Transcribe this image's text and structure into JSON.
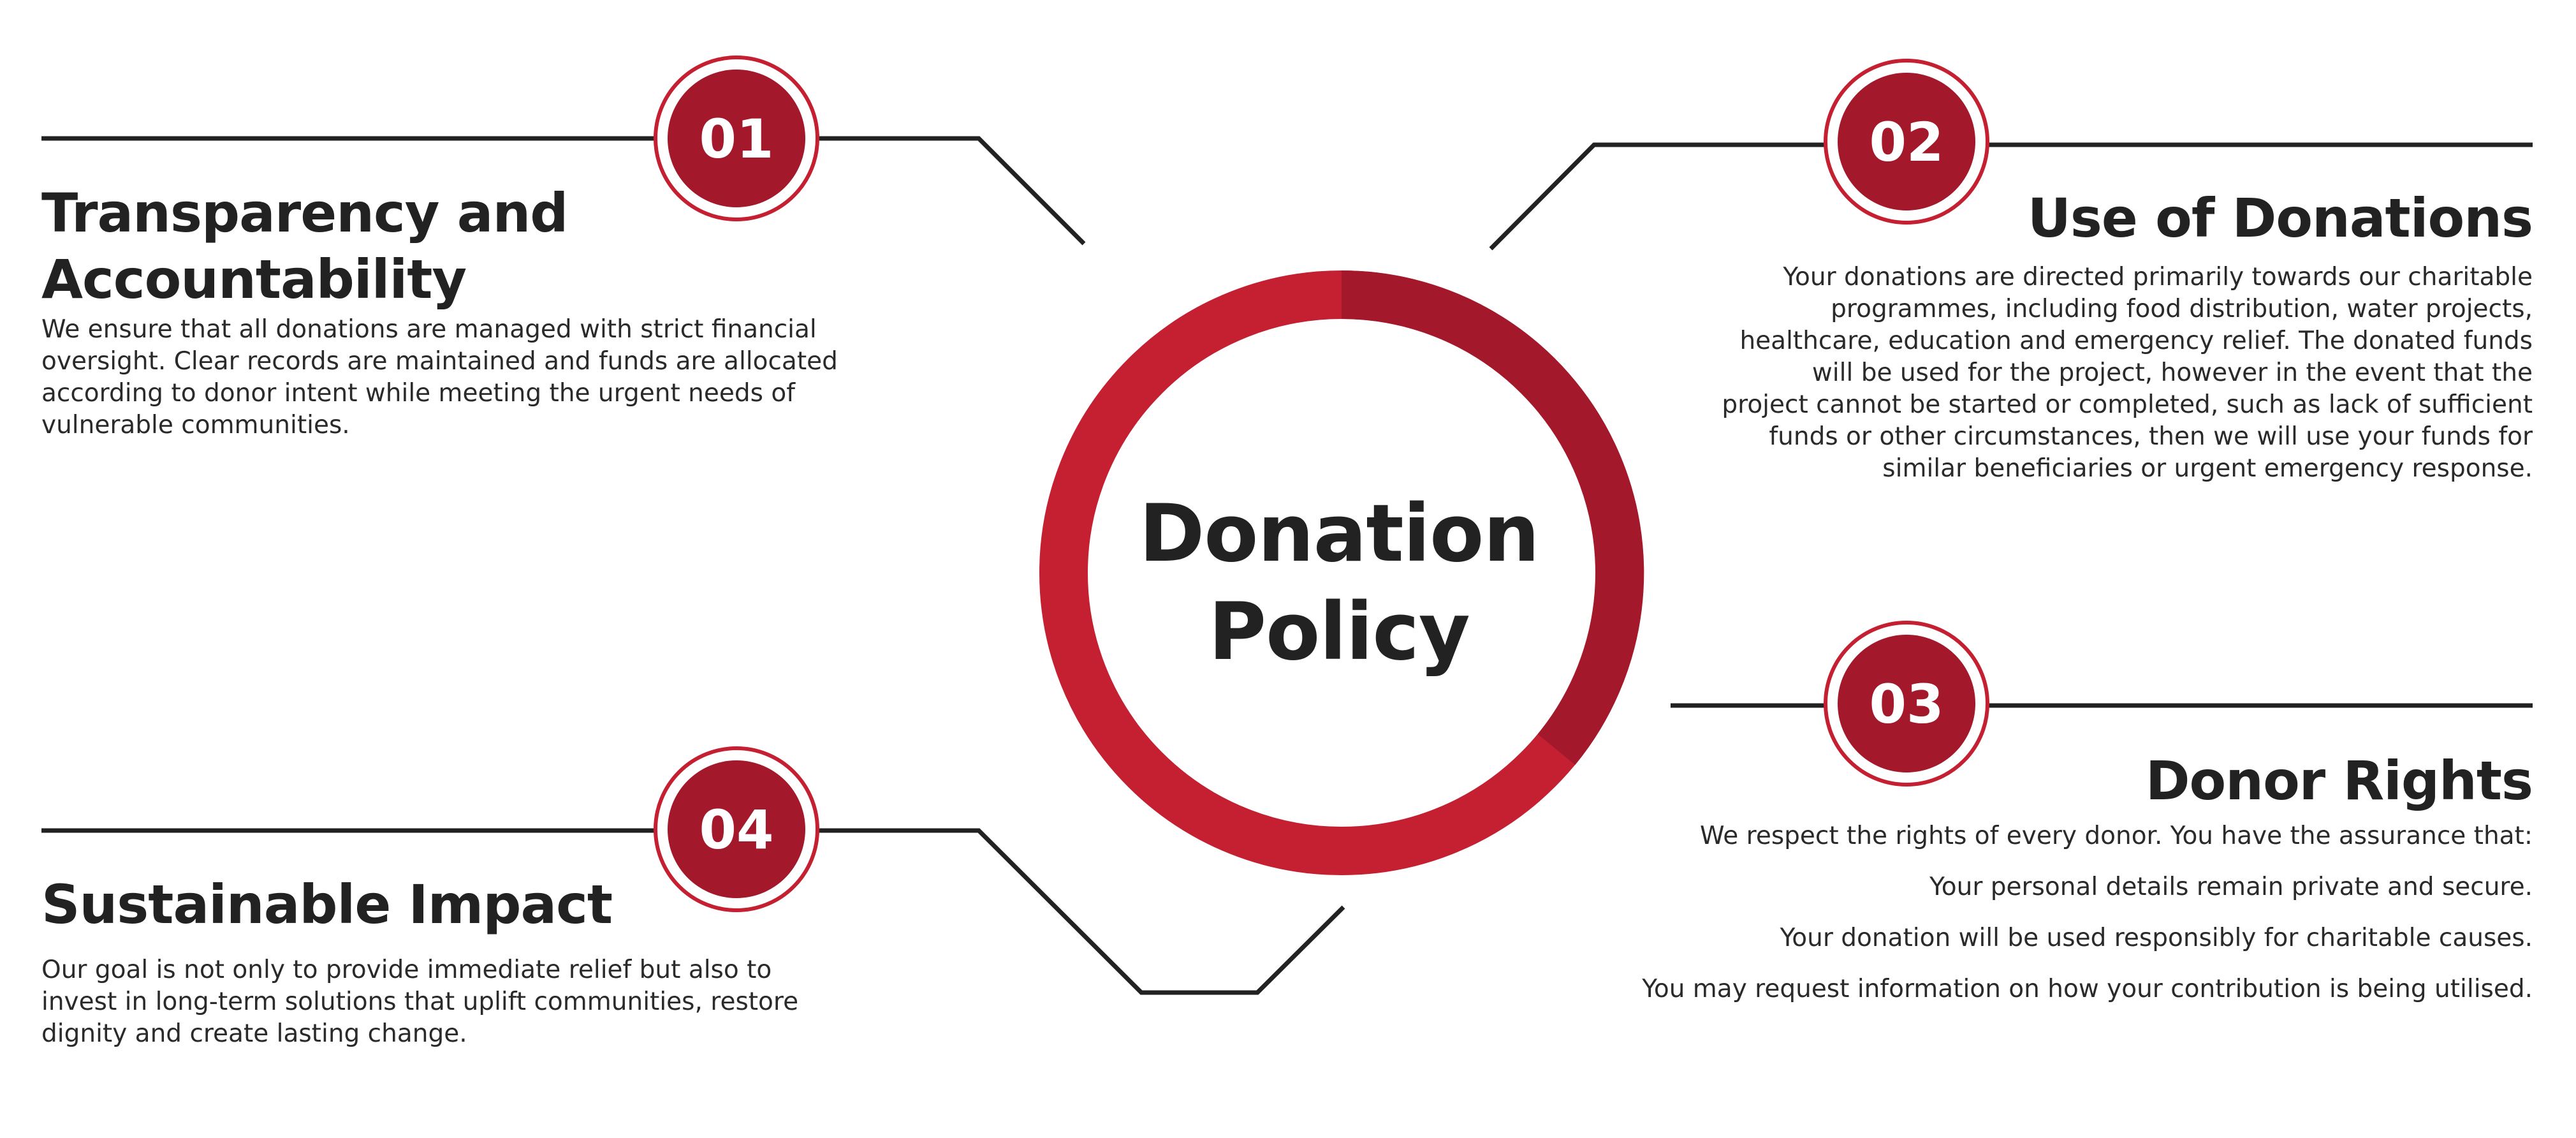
{
  "center": {
    "line1": "Donation",
    "line2": "Policy"
  },
  "colors": {
    "accent": "#c42032",
    "accent_dark": "#a3182b",
    "line": "#222222",
    "text": "#222222"
  },
  "sections": [
    {
      "number": "01",
      "title_line1": "Transparency and",
      "title_line2": "Accountability",
      "body": "We ensure that all donations are managed with strict financial oversight. Clear records are maintained and funds are allocated according to donor intent while meeting the urgent needs of vulnerable communities."
    },
    {
      "number": "02",
      "title": "Use of Donations",
      "body": "Your donations are directed primarily towards our charitable programmes, including food distribution, water projects, healthcare, education and emergency relief. The donated funds will be used for the project, however in the event that the project cannot be started or completed, such as lack of sufficient funds or other circumstances, then we will use your funds for similar beneficiaries or urgent emergency response."
    },
    {
      "number": "03",
      "title": "Donor Rights",
      "intro": "We respect the rights of every donor. You have the assurance that:",
      "items": [
        "Your personal details remain private and secure.",
        "Your donation will be used responsibly for charitable causes.",
        "You may request information on how your contribution is being utilised."
      ]
    },
    {
      "number": "04",
      "title": "Sustainable Impact",
      "body": "Our goal is not only to provide immediate relief but also to invest in long-term solutions that uplift communities, restore dignity and create lasting change."
    }
  ]
}
